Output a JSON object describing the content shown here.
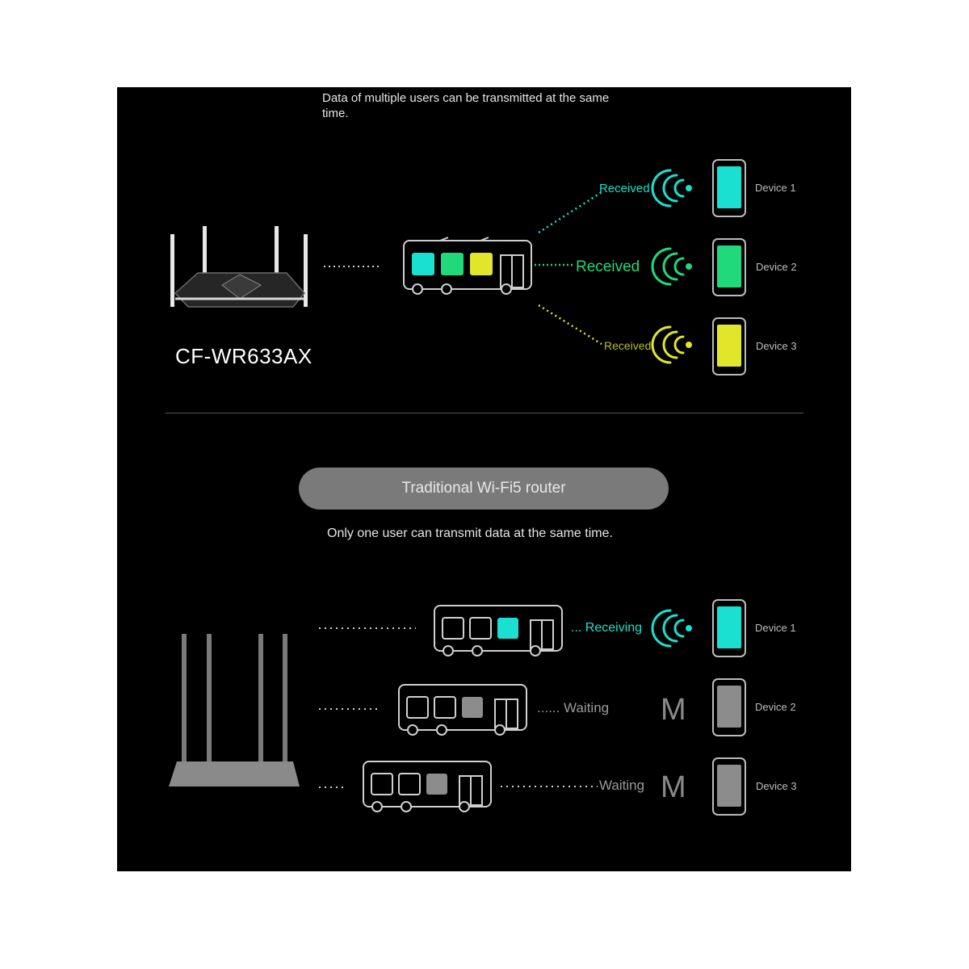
{
  "top": {
    "caption": "Data of multiple users can be transmitted at the same time.",
    "model": "CF-WR633AX",
    "status": [
      "Received",
      "Received",
      "Received"
    ],
    "devices": [
      "Device 1",
      "Device 2",
      "Device 3"
    ],
    "colors": [
      "#19e0d0",
      "#1fd97a",
      "#e1e62a"
    ]
  },
  "bottom": {
    "pill": "Traditional Wi-Fi5 router",
    "caption": "Only one user can transmit data at the same time.",
    "status": [
      "... Receiving",
      "...... Waiting",
      "Waiting"
    ],
    "mute_symbol": "M",
    "devices": [
      "Device 1",
      "Device 2",
      "Device 3"
    ],
    "colors": [
      "#19e0d0",
      "#8c8c8c",
      "#8c8c8c"
    ]
  }
}
